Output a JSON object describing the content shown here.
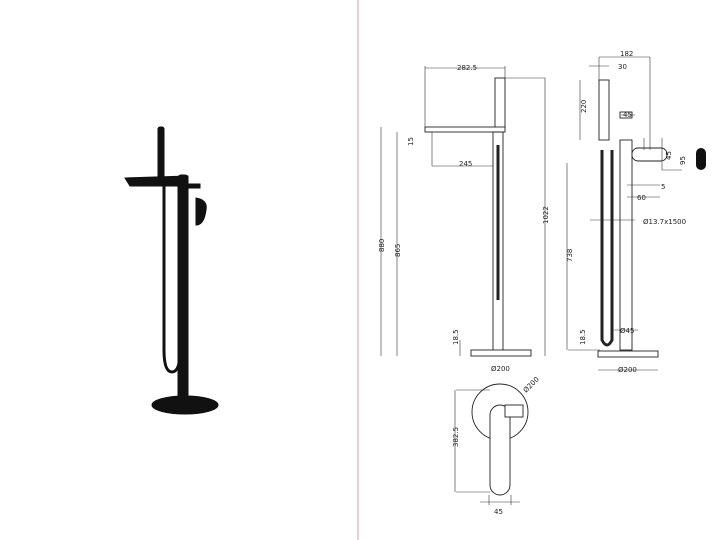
{
  "colors": {
    "divider": "#d9a0a0",
    "product": "#111111",
    "line": "#333333"
  },
  "side_view": {
    "top_width": "282.5",
    "spout_thickness": "15",
    "spout_reach": "245",
    "height_spout_top": "880",
    "height_spout_bottom": "865",
    "total_height": "1022",
    "base_height": "18.5",
    "base_diameter": "Ø200"
  },
  "front_view": {
    "overall_width": "182",
    "handset_width": "30",
    "handset_length": "220",
    "body_offset": "45",
    "handle_height": "45",
    "handle_depth": "95",
    "handle_gap": "5",
    "handle_offset": "60",
    "hose": "Ø13.7x1500",
    "inlet_height": "738",
    "pipe_diameter": "Ø45",
    "base_height": "18.5",
    "base_diameter": "Ø200"
  },
  "top_view": {
    "base_diameter": "Ø200",
    "depth": "382.5",
    "width": "45"
  }
}
